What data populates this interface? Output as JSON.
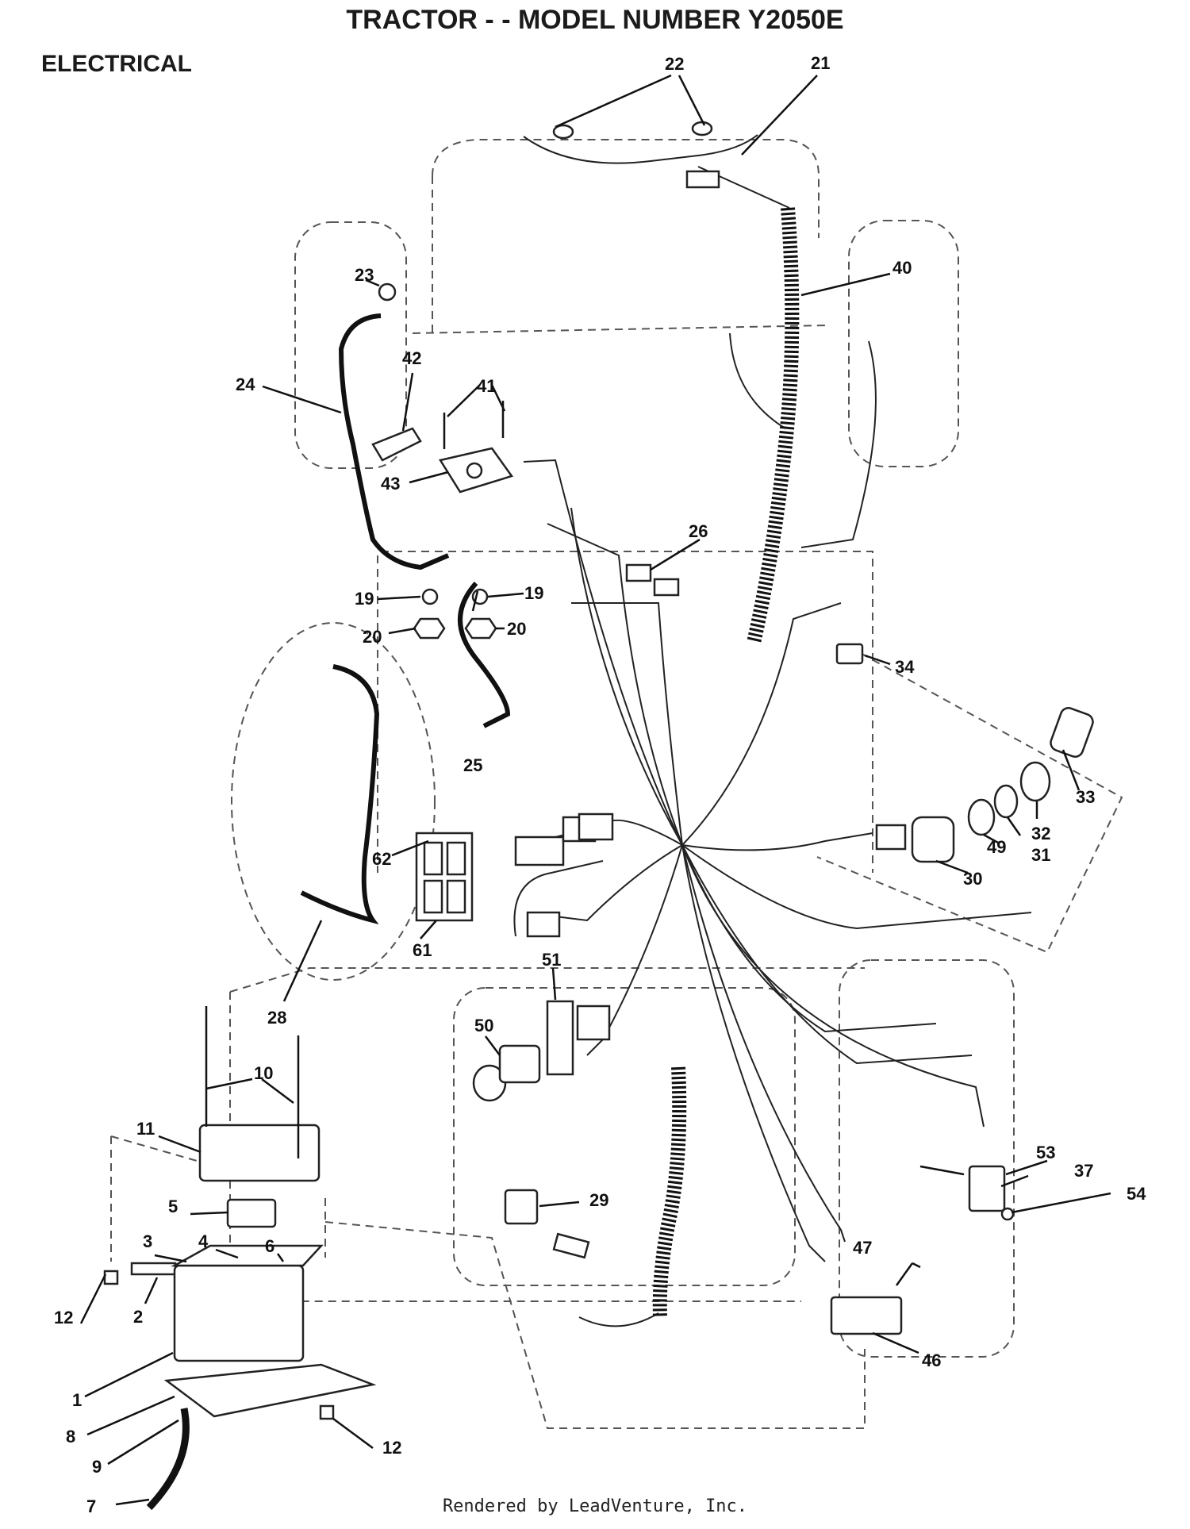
{
  "header": {
    "title": "TRACTOR - - MODEL NUMBER Y2050E",
    "section": "ELECTRICAL"
  },
  "footer": {
    "text": "Rendered by LeadVenture, Inc."
  },
  "callouts": {
    "n1": "1",
    "n2": "2",
    "n3": "3",
    "n4": "4",
    "n5": "5",
    "n6": "6",
    "n7": "7",
    "n8": "8",
    "n9": "9",
    "n10": "10",
    "n11": "11",
    "n12a": "12",
    "n12b": "12",
    "n19a": "19",
    "n19b": "19",
    "n20a": "20",
    "n20b": "20",
    "n21": "21",
    "n22": "22",
    "n23": "23",
    "n24": "24",
    "n25": "25",
    "n26": "26",
    "n28": "28",
    "n29": "29",
    "n30": "30",
    "n31": "31",
    "n32": "32",
    "n33": "33",
    "n34": "34",
    "n37": "37",
    "n40": "40",
    "n41": "41",
    "n42": "42",
    "n43": "43",
    "n46": "46",
    "n47": "47",
    "n49": "49",
    "n50": "50",
    "n51": "51",
    "n53": "53",
    "n54": "54",
    "n61": "61",
    "n62": "62"
  }
}
